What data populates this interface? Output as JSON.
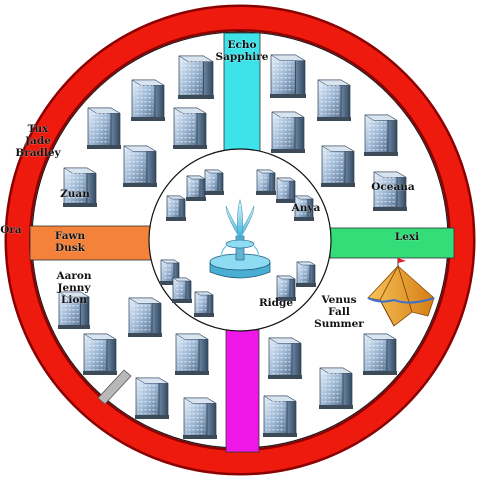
{
  "colors": {
    "outer_ring": "#ee1a0d",
    "ring_border": "#8b0000",
    "road_north": "#3ee3ea",
    "road_west": "#f4823a",
    "road_east": "#33dd77",
    "road_south": "#ee17e8",
    "building_light": "#b9cfe6",
    "building_dark": "#3e5a7a",
    "fountain_water": "#5fc6e6"
  },
  "icons": {
    "building": "office-building-icon",
    "fountain": "fountain-icon",
    "tent": "circus-tent-icon",
    "pipe": "pipe-icon"
  },
  "labels": {
    "north_road": [
      "Echo",
      "Sapphire"
    ],
    "west_edge": [
      "Ora"
    ],
    "west_road": [
      "Fawn",
      "Dusk"
    ],
    "east_road": [
      "Lexi"
    ],
    "nw_group": [
      "Tux",
      "Jade",
      "Bradley"
    ],
    "west_district": [
      "Zuan"
    ],
    "sw_group": [
      "Aaron",
      "Jenny",
      "Lion"
    ],
    "east_district": [
      "Oceana"
    ],
    "plaza_ne": [
      "Anya"
    ],
    "plaza_se": [
      "Ridge"
    ],
    "se_group": [
      "Venus",
      "Fall",
      "Summer"
    ]
  }
}
